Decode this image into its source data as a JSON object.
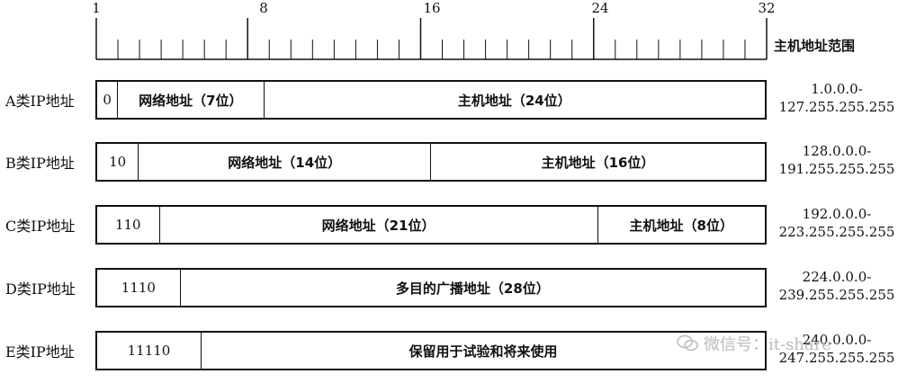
{
  "ruler": {
    "tick_labels": [
      "1",
      "8",
      "16",
      "24",
      "32"
    ],
    "range_header": "主机地址范围"
  },
  "classes": [
    {
      "label": "A类IP地址",
      "fields": [
        {
          "text": "0",
          "bits": 1
        },
        {
          "text": "网络地址（7位）",
          "bits": 7
        },
        {
          "text": "主机地址（24位）",
          "bits": 24
        }
      ],
      "range_start": "1.0.0.0-",
      "range_end": "127.255.255.255"
    },
    {
      "label": "B类IP地址",
      "fields": [
        {
          "text": "10",
          "bits": 2
        },
        {
          "text": "网络地址（14位）",
          "bits": 14
        },
        {
          "text": "主机地址（16位）",
          "bits": 16
        }
      ],
      "range_start": "128.0.0.0-",
      "range_end": "191.255.255.255"
    },
    {
      "label": "C类IP地址",
      "fields": [
        {
          "text": "110",
          "bits": 3
        },
        {
          "text": "网络地址（21位）",
          "bits": 21
        },
        {
          "text": "主机地址（8位）",
          "bits": 8
        }
      ],
      "range_start": "192.0.0.0-",
      "range_end": "223.255.255.255"
    },
    {
      "label": "D类IP地址",
      "fields": [
        {
          "text": "1110",
          "bits": 4
        },
        {
          "text": "多目的广播地址（28位）",
          "bits": 28
        }
      ],
      "range_start": "224.0.0.0-",
      "range_end": "239.255.255.255"
    },
    {
      "label": "E类IP地址",
      "fields": [
        {
          "text": "11110",
          "bits": 5
        },
        {
          "text": "保留用于试验和将来使用",
          "bits": 27
        }
      ],
      "range_start": "240.0.0.0-",
      "range_end": "247.255.255.255"
    }
  ],
  "watermark": {
    "text": "微信号：it-share",
    "icon": "wechat-icon"
  }
}
